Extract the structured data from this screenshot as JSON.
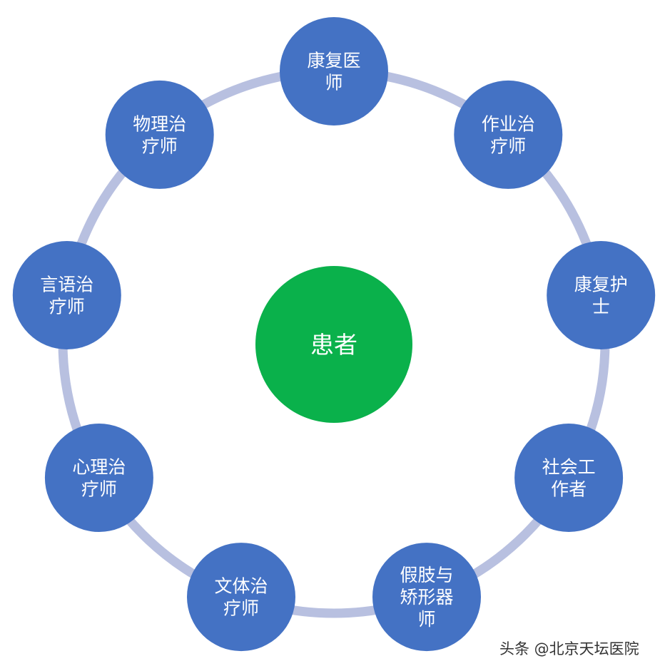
{
  "colors": {
    "ring": "#b8c0e0",
    "node_fill": "#4472c4",
    "center_fill": "#0ab14b",
    "label": "#ffffff"
  },
  "center": {
    "lines": [
      "患者"
    ]
  },
  "nodes": [
    {
      "lines": [
        "康复医",
        "师"
      ]
    },
    {
      "lines": [
        "作业治",
        "疗师"
      ]
    },
    {
      "lines": [
        "康复护",
        "士"
      ]
    },
    {
      "lines": [
        "社会工",
        "作者"
      ]
    },
    {
      "lines": [
        "假肢与",
        "矫形器",
        "师"
      ]
    },
    {
      "lines": [
        "文体治",
        "疗师"
      ]
    },
    {
      "lines": [
        "心理治",
        "疗师"
      ]
    },
    {
      "lines": [
        "言语治",
        "疗师"
      ]
    },
    {
      "lines": [
        "物理治",
        "疗师"
      ]
    }
  ],
  "watermark": "头条 @北京天坛医院"
}
